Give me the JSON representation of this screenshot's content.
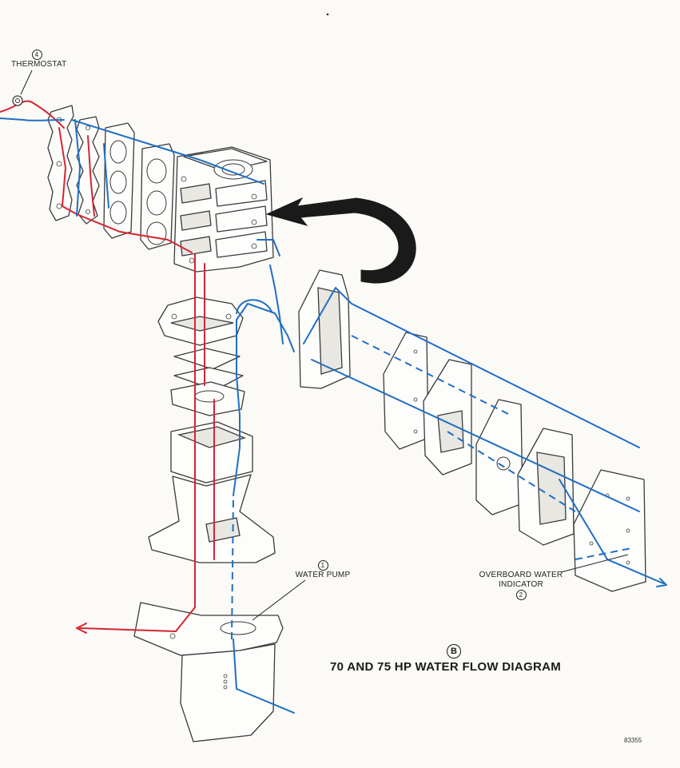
{
  "diagram": {
    "title": "70 AND 75 HP WATER FLOW DIAGRAM",
    "view_marker": "B",
    "figure_id": "83355",
    "colors": {
      "cool_water": "#1f6fc4",
      "hot_water": "#d42532",
      "line": "#3a3a3a"
    },
    "labels": {
      "thermostat": {
        "text": "THERMOSTAT",
        "number": "4"
      },
      "water_pump": {
        "text": "WATER PUMP",
        "number": "1"
      },
      "overboard_indicator": {
        "line1": "OVERBOARD WATER",
        "line2": "INDICATOR",
        "number": "2"
      }
    }
  }
}
